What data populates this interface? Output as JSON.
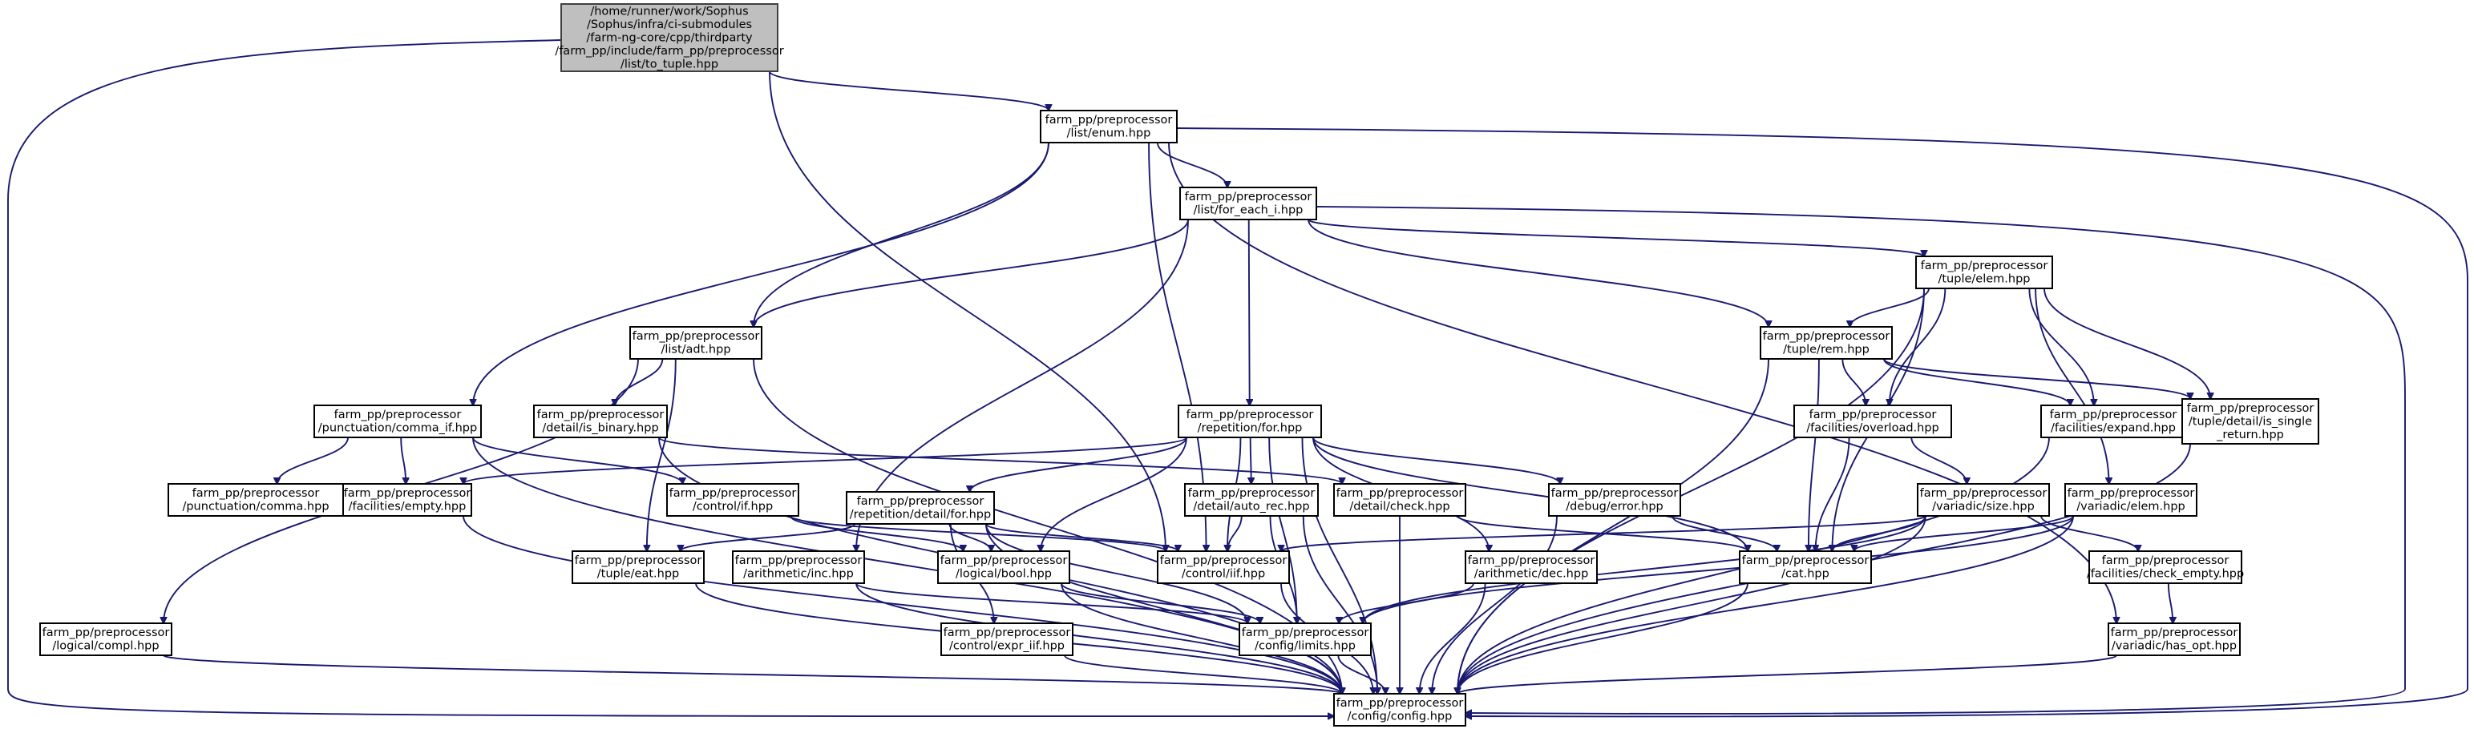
{
  "diagram": {
    "type": "include-dependency-graph",
    "nodes": [
      {
        "id": "to_tuple",
        "lines": [
          "/home/runner/work/Sophus",
          "/Sophus/infra/ci-submodules",
          "/farm-ng-core/cpp/thirdparty",
          "/farm_pp/include/farm_pp/preprocessor",
          "/list/to_tuple.hpp"
        ],
        "root": true
      },
      {
        "id": "enum",
        "lines": [
          "farm_pp/preprocessor",
          "/list/enum.hpp"
        ]
      },
      {
        "id": "for_each_i",
        "lines": [
          "farm_pp/preprocessor",
          "/list/for_each_i.hpp"
        ]
      },
      {
        "id": "tuple_elem",
        "lines": [
          "farm_pp/preprocessor",
          "/tuple/elem.hpp"
        ]
      },
      {
        "id": "adt",
        "lines": [
          "farm_pp/preprocessor",
          "/list/adt.hpp"
        ]
      },
      {
        "id": "rem",
        "lines": [
          "farm_pp/preprocessor",
          "/tuple/rem.hpp"
        ]
      },
      {
        "id": "comma_if",
        "lines": [
          "farm_pp/preprocessor",
          "/punctuation/comma_if.hpp"
        ]
      },
      {
        "id": "is_binary",
        "lines": [
          "farm_pp/preprocessor",
          "/detail/is_binary.hpp"
        ]
      },
      {
        "id": "rep_for",
        "lines": [
          "farm_pp/preprocessor",
          "/repetition/for.hpp"
        ]
      },
      {
        "id": "overload",
        "lines": [
          "farm_pp/preprocessor",
          "/facilities/overload.hpp"
        ]
      },
      {
        "id": "expand",
        "lines": [
          "farm_pp/preprocessor",
          "/facilities/expand.hpp"
        ]
      },
      {
        "id": "is_single",
        "lines": [
          "farm_pp/preprocessor",
          "/tuple/detail/is_single",
          "_return.hpp"
        ]
      },
      {
        "id": "comma",
        "lines": [
          "farm_pp/preprocessor",
          "/punctuation/comma.hpp"
        ]
      },
      {
        "id": "empty",
        "lines": [
          "farm_pp/preprocessor",
          "/facilities/empty.hpp"
        ]
      },
      {
        "id": "control_if",
        "lines": [
          "farm_pp/preprocessor",
          "/control/if.hpp"
        ]
      },
      {
        "id": "rep_detail_for",
        "lines": [
          "farm_pp/preprocessor",
          "/repetition/detail/for.hpp"
        ]
      },
      {
        "id": "auto_rec",
        "lines": [
          "farm_pp/preprocessor",
          "/detail/auto_rec.hpp"
        ]
      },
      {
        "id": "check",
        "lines": [
          "farm_pp/preprocessor",
          "/detail/check.hpp"
        ]
      },
      {
        "id": "debug_error",
        "lines": [
          "farm_pp/preprocessor",
          "/debug/error.hpp"
        ]
      },
      {
        "id": "var_size",
        "lines": [
          "farm_pp/preprocessor",
          "/variadic/size.hpp"
        ]
      },
      {
        "id": "var_elem",
        "lines": [
          "farm_pp/preprocessor",
          "/variadic/elem.hpp"
        ]
      },
      {
        "id": "eat",
        "lines": [
          "farm_pp/preprocessor",
          "/tuple/eat.hpp"
        ]
      },
      {
        "id": "inc",
        "lines": [
          "farm_pp/preprocessor",
          "/arithmetic/inc.hpp"
        ]
      },
      {
        "id": "bool",
        "lines": [
          "farm_pp/preprocessor",
          "/logical/bool.hpp"
        ]
      },
      {
        "id": "iif",
        "lines": [
          "farm_pp/preprocessor",
          "/control/iif.hpp"
        ]
      },
      {
        "id": "dec",
        "lines": [
          "farm_pp/preprocessor",
          "/arithmetic/dec.hpp"
        ]
      },
      {
        "id": "cat",
        "lines": [
          "farm_pp/preprocessor",
          "/cat.hpp"
        ]
      },
      {
        "id": "check_empty",
        "lines": [
          "farm_pp/preprocessor",
          "/facilities/check_empty.hpp"
        ]
      },
      {
        "id": "compl",
        "lines": [
          "farm_pp/preprocessor",
          "/logical/compl.hpp"
        ]
      },
      {
        "id": "expr_iif",
        "lines": [
          "farm_pp/preprocessor",
          "/control/expr_iif.hpp"
        ]
      },
      {
        "id": "limits",
        "lines": [
          "farm_pp/preprocessor",
          "/config/limits.hpp"
        ]
      },
      {
        "id": "has_opt",
        "lines": [
          "farm_pp/preprocessor",
          "/variadic/has_opt.hpp"
        ]
      },
      {
        "id": "config",
        "lines": [
          "farm_pp/preprocessor",
          "/config/config.hpp"
        ]
      }
    ],
    "edges": [
      [
        "to_tuple",
        "enum"
      ],
      [
        "to_tuple",
        "iif"
      ],
      [
        "to_tuple",
        "config"
      ],
      [
        "enum",
        "for_each_i"
      ],
      [
        "enum",
        "adt"
      ],
      [
        "enum",
        "comma_if"
      ],
      [
        "enum",
        "iif"
      ],
      [
        "enum",
        "has_opt"
      ],
      [
        "enum",
        "config"
      ],
      [
        "for_each_i",
        "adt"
      ],
      [
        "for_each_i",
        "rep_for"
      ],
      [
        "for_each_i",
        "tuple_elem"
      ],
      [
        "for_each_i",
        "rem"
      ],
      [
        "for_each_i",
        "inc"
      ],
      [
        "for_each_i",
        "config"
      ],
      [
        "tuple_elem",
        "rem"
      ],
      [
        "tuple_elem",
        "overload"
      ],
      [
        "tuple_elem",
        "expand"
      ],
      [
        "tuple_elem",
        "is_single"
      ],
      [
        "tuple_elem",
        "var_elem"
      ],
      [
        "tuple_elem",
        "cat"
      ],
      [
        "tuple_elem",
        "config"
      ],
      [
        "adt",
        "is_binary"
      ],
      [
        "adt",
        "compl"
      ],
      [
        "adt",
        "eat"
      ],
      [
        "adt",
        "config"
      ],
      [
        "rem",
        "overload"
      ],
      [
        "rem",
        "expand"
      ],
      [
        "rem",
        "is_single"
      ],
      [
        "rem",
        "cat"
      ],
      [
        "rem",
        "config"
      ],
      [
        "comma_if",
        "comma"
      ],
      [
        "comma_if",
        "empty"
      ],
      [
        "comma_if",
        "control_if"
      ],
      [
        "comma_if",
        "config"
      ],
      [
        "is_binary",
        "check"
      ],
      [
        "is_binary",
        "config"
      ],
      [
        "rep_for",
        "empty"
      ],
      [
        "rep_for",
        "rep_detail_for"
      ],
      [
        "rep_for",
        "auto_rec"
      ],
      [
        "rep_for",
        "debug_error"
      ],
      [
        "rep_for",
        "dec"
      ],
      [
        "rep_for",
        "bool"
      ],
      [
        "rep_for",
        "iif"
      ],
      [
        "rep_for",
        "limits"
      ],
      [
        "rep_for",
        "cat"
      ],
      [
        "rep_for",
        "config"
      ],
      [
        "overload",
        "var_size"
      ],
      [
        "overload",
        "cat"
      ],
      [
        "expand",
        "config"
      ],
      [
        "is_single",
        "config"
      ],
      [
        "empty",
        "config"
      ],
      [
        "control_if",
        "bool"
      ],
      [
        "control_if",
        "iif"
      ],
      [
        "rep_detail_for",
        "eat"
      ],
      [
        "rep_detail_for",
        "bool"
      ],
      [
        "rep_detail_for",
        "iif"
      ],
      [
        "rep_detail_for",
        "expr_iif"
      ],
      [
        "rep_detail_for",
        "limits"
      ],
      [
        "rep_detail_for",
        "config"
      ],
      [
        "auto_rec",
        "iif"
      ],
      [
        "auto_rec",
        "limits"
      ],
      [
        "auto_rec",
        "config"
      ],
      [
        "check",
        "cat"
      ],
      [
        "check",
        "config"
      ],
      [
        "debug_error",
        "cat"
      ],
      [
        "debug_error",
        "config"
      ],
      [
        "var_size",
        "iif"
      ],
      [
        "var_size",
        "cat"
      ],
      [
        "var_size",
        "check_empty"
      ],
      [
        "var_size",
        "limits"
      ],
      [
        "var_size",
        "config"
      ],
      [
        "var_elem",
        "cat"
      ],
      [
        "var_elem",
        "limits"
      ],
      [
        "var_elem",
        "config"
      ],
      [
        "eat",
        "config"
      ],
      [
        "inc",
        "limits"
      ],
      [
        "inc",
        "config"
      ],
      [
        "bool",
        "limits"
      ],
      [
        "bool",
        "config"
      ],
      [
        "iif",
        "config"
      ],
      [
        "dec",
        "limits"
      ],
      [
        "dec",
        "config"
      ],
      [
        "cat",
        "config"
      ],
      [
        "check_empty",
        "has_opt"
      ],
      [
        "compl",
        "config"
      ],
      [
        "expr_iif",
        "config"
      ],
      [
        "limits",
        "config"
      ],
      [
        "has_opt",
        "config"
      ]
    ]
  }
}
